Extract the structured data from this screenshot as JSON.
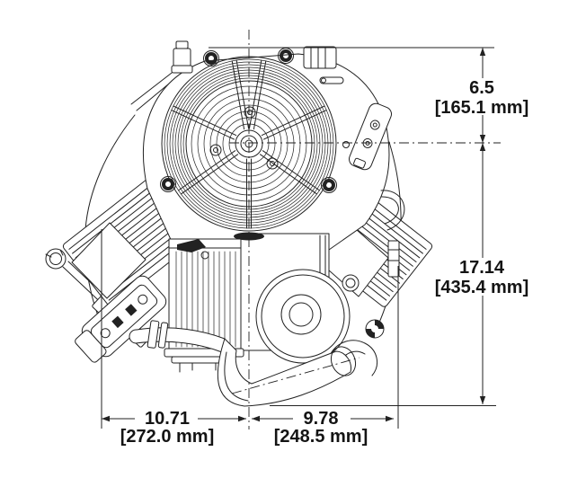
{
  "drawing": {
    "title": "V-twin engine front view dimension drawing",
    "line_color": "#222222",
    "text_color": "#141414",
    "background": "#ffffff"
  },
  "dims": {
    "top": {
      "in": "6.5",
      "mm": "[165.1 mm]"
    },
    "right": {
      "in": "17.14",
      "mm": "[435.4 mm]"
    },
    "bottom_left": {
      "in": "10.71",
      "mm": "[272.0 mm]"
    },
    "bottom_right": {
      "in": "9.78",
      "mm": "[248.5 mm]"
    }
  }
}
